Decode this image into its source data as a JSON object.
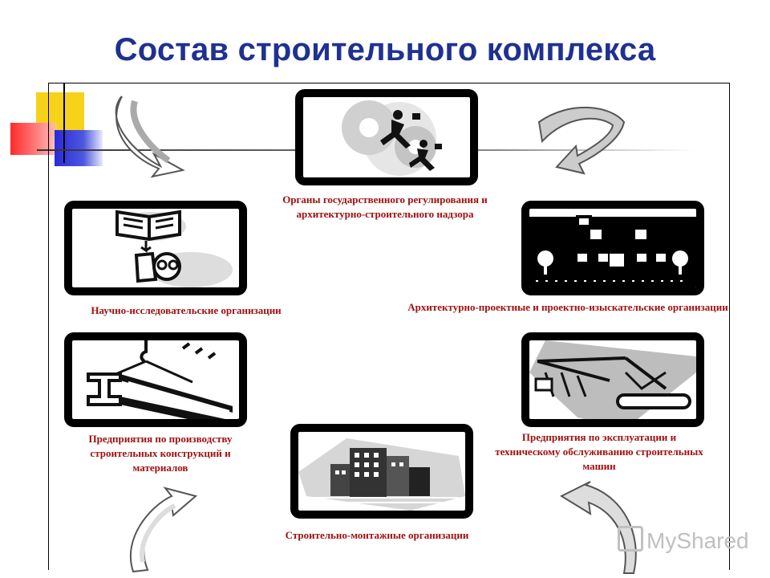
{
  "title": "Состав строительного комплекса",
  "nodes": {
    "top": {
      "label": "Органы государственного регулирования и архитектурно-строительного надзора"
    },
    "left_upper": {
      "label": "Научно-исследовательские организации"
    },
    "right_upper": {
      "label": "Архитектурно-проектные и проектно-изыскательские организации"
    },
    "left_lower": {
      "label": "Предприятия по производству строительных конструкций и материалов"
    },
    "right_lower": {
      "label": "Предприятия по эксплуатации и техническому обслуживанию строительных машин"
    },
    "bottom": {
      "label": "Строительно-монтажные организации"
    }
  },
  "watermark": "MyShared",
  "colors": {
    "title": "#1f3190",
    "label": "#a01010",
    "yellow": "#f7d21a",
    "red": "#ff2a2a",
    "blue": "#2a2ad8"
  }
}
